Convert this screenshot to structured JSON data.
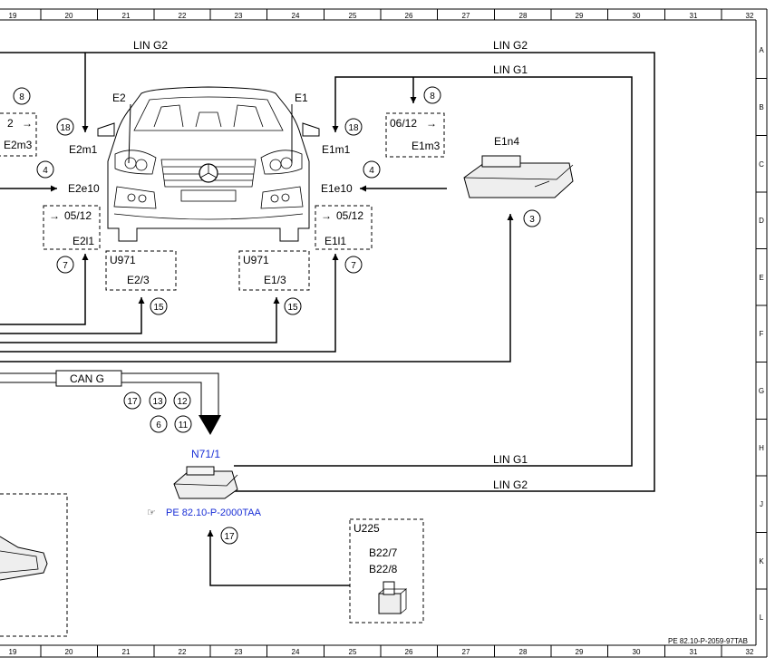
{
  "ruler": {
    "top": [
      "19",
      "20",
      "21",
      "22",
      "23",
      "24",
      "25",
      "26",
      "27",
      "28",
      "29",
      "30",
      "31",
      "32"
    ],
    "bottom": [
      "19",
      "20",
      "21",
      "22",
      "23",
      "24",
      "25",
      "26",
      "27",
      "28",
      "29",
      "30",
      "31",
      "32"
    ],
    "right": [
      "A",
      "B",
      "C",
      "D",
      "E",
      "F",
      "G",
      "H",
      "J",
      "K",
      "L"
    ]
  },
  "bus": {
    "lin_g2_top": "LIN G2",
    "lin_g2_right": "LIN G2",
    "lin_g1_right": "LIN G1",
    "lin_g1_bottom": "LIN G1",
    "lin_g2_bottom": "LIN G2",
    "can_g": "CAN G"
  },
  "car": {
    "e2": "E2",
    "e1": "E1"
  },
  "components": {
    "e2m1": "E2m1",
    "e1m1": "E1m1",
    "e2e10": "E2e10",
    "e1e10": "E1e10",
    "e1n4": "E1n4",
    "n71_1": "N71/1",
    "pe_ref": "PE 82.10-P-2000TAA",
    "ref_icon": "☞"
  },
  "boxes": {
    "left_partial": {
      "line1": "2",
      "line2": "E2m3"
    },
    "left_date": "05/12",
    "left_code": "E2l1",
    "right_date": "05/12",
    "right_code": "E1l1",
    "e1m3_date": "06/12",
    "e1m3_code": "E1m3",
    "u971_left": {
      "title": "U971",
      "code": "E2/3"
    },
    "u971_right": {
      "title": "U971",
      "code": "E1/3"
    },
    "u225": {
      "title": "U225",
      "line1": "B22/7",
      "line2": "B22/8"
    }
  },
  "callouts": {
    "c8_left": "8",
    "c18_left": "18",
    "c4_left": "4",
    "c7_left": "7",
    "c15_left": "15",
    "c8_right": "8",
    "c18_right": "18",
    "c4_right": "4",
    "c7_right": "7",
    "c15_right": "15",
    "c3": "3",
    "c17": "17",
    "c13": "13",
    "c12": "12",
    "c6": "6",
    "c11": "11",
    "c17_u225": "17"
  },
  "footer_ref": "PE 82.10-P-2059-97TAB"
}
